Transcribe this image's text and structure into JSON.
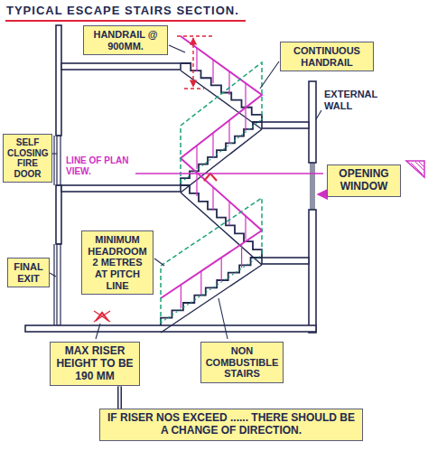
{
  "diagram": {
    "title": "TYPICAL ESCAPE STAIRS SECTION.",
    "nodes": [
      {
        "text": [
          "HANDRAIL @ 900MM."
        ]
      },
      {
        "text": [
          "CONTINUOUS HANDRAIL"
        ]
      },
      {
        "text": [
          "SELF CLOSING FIRE DOOR"
        ]
      },
      {
        "text": [
          "OPENING WINDOW"
        ]
      },
      {
        "text": [
          "MINIMUM HEADROOM 2 METRES AT PITCH LINE"
        ]
      },
      {
        "text": [
          "FINAL EXIT"
        ]
      },
      {
        "text": [
          "MAX RISER HEIGHT TO BE 190 MM"
        ]
      },
      {
        "text": [
          "NON COMBUSTIBLE STAIRS"
        ]
      },
      {
        "text": [
          "IF RISER NOS EXCEED ...... THERE SHOULD BE A CHANGE OF DIRECTION."
        ]
      }
    ],
    "edges": [
      {
        "from": 6,
        "to": 8,
        "arrow": "none"
      }
    ],
    "labels": [
      "EXTERNAL WALL",
      "LINE OF PLAN VIEW."
    ]
  }
}
